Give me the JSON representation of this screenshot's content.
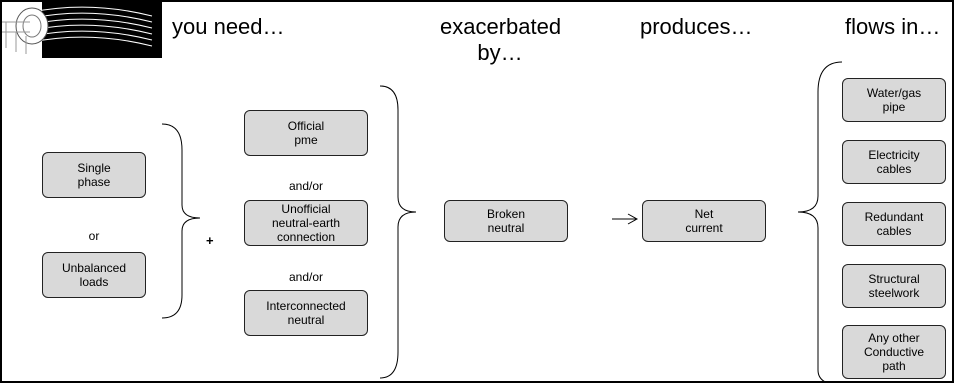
{
  "headings": {
    "you_need": "you need…",
    "exacerbated": "exacerbated\nby…",
    "produces": "produces…",
    "flows_in": "flows in…"
  },
  "col1": {
    "single_phase": "Single\nphase",
    "or": "or",
    "unbalanced": "Unbalanced\nloads"
  },
  "plus": "+",
  "col2": {
    "official_pme": "Official\npme",
    "andor1": "and/or",
    "unofficial": "Unofficial\nneutral-earth\nconnection",
    "andor2": "and/or",
    "interconnected": "Interconnected\nneutral"
  },
  "broken_neutral": "Broken\nneutral",
  "net_current": "Net\ncurrent",
  "flows": {
    "water_gas": "Water/gas\npipe",
    "electricity": "Electricity\ncables",
    "redundant": "Redundant\ncables",
    "structural": "Structural\nsteelwork",
    "any_other": "Any other\nConductive\npath"
  },
  "colors": {
    "box_fill": "#d9d9d9",
    "border": "#000000"
  },
  "icons": {
    "logo": "cable-strands-icon",
    "arrow": "right-arrow-icon"
  }
}
